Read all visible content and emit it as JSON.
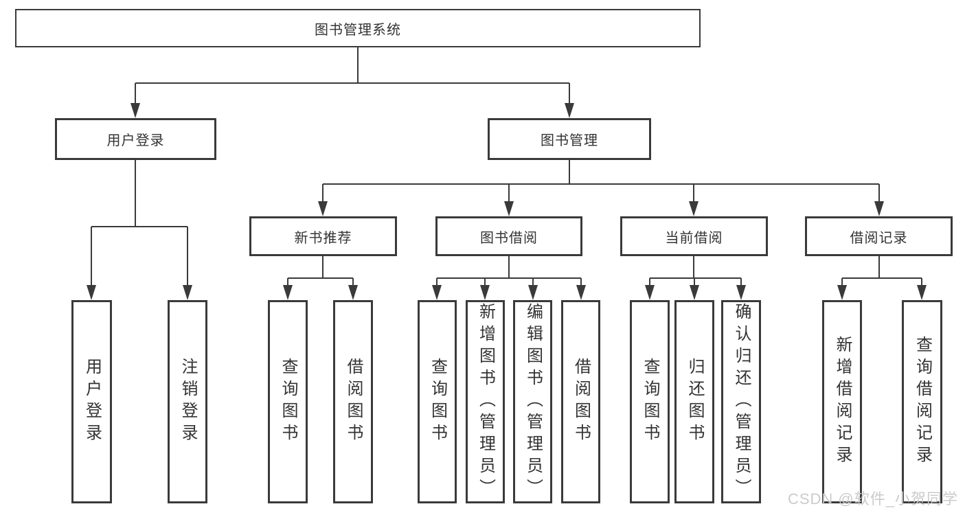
{
  "tree": {
    "root": "图书管理系统",
    "branches": [
      {
        "label": "用户登录",
        "children": [
          "用户登录",
          "注销登录"
        ]
      },
      {
        "label": "图书管理",
        "children": [
          {
            "label": "新书推荐",
            "children": [
              "查询图书",
              "借阅图书"
            ]
          },
          {
            "label": "图书借阅",
            "children": [
              "查询图书",
              "新增图书（管理员）",
              "编辑图书（管理员）",
              "借阅图书"
            ]
          },
          {
            "label": "当前借阅",
            "children": [
              "查询图书",
              "归还图书",
              "确认归还（管理员）"
            ]
          },
          {
            "label": "借阅记录",
            "children": [
              "新增借阅记录",
              "查询借阅记录"
            ]
          }
        ]
      }
    ]
  },
  "watermark": {
    "text": "CSDN @软件_小贺同学",
    "color": "#c9c9c9"
  },
  "colors": {
    "line": "#3a3a3a",
    "text": "#333333",
    "background": "#ffffff"
  }
}
